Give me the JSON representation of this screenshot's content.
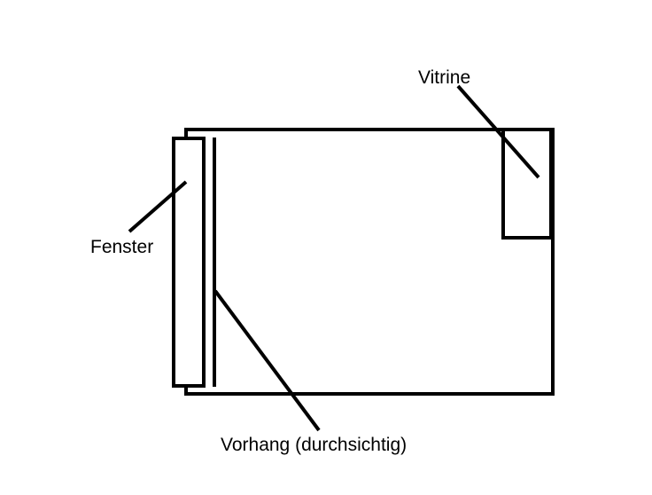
{
  "labels": {
    "window": "Fenster",
    "curtain": "Vorhang (durchsichtig)",
    "display_cabinet": "Vitrine"
  },
  "colors": {
    "stroke": "#000000",
    "background": "#ffffff"
  }
}
